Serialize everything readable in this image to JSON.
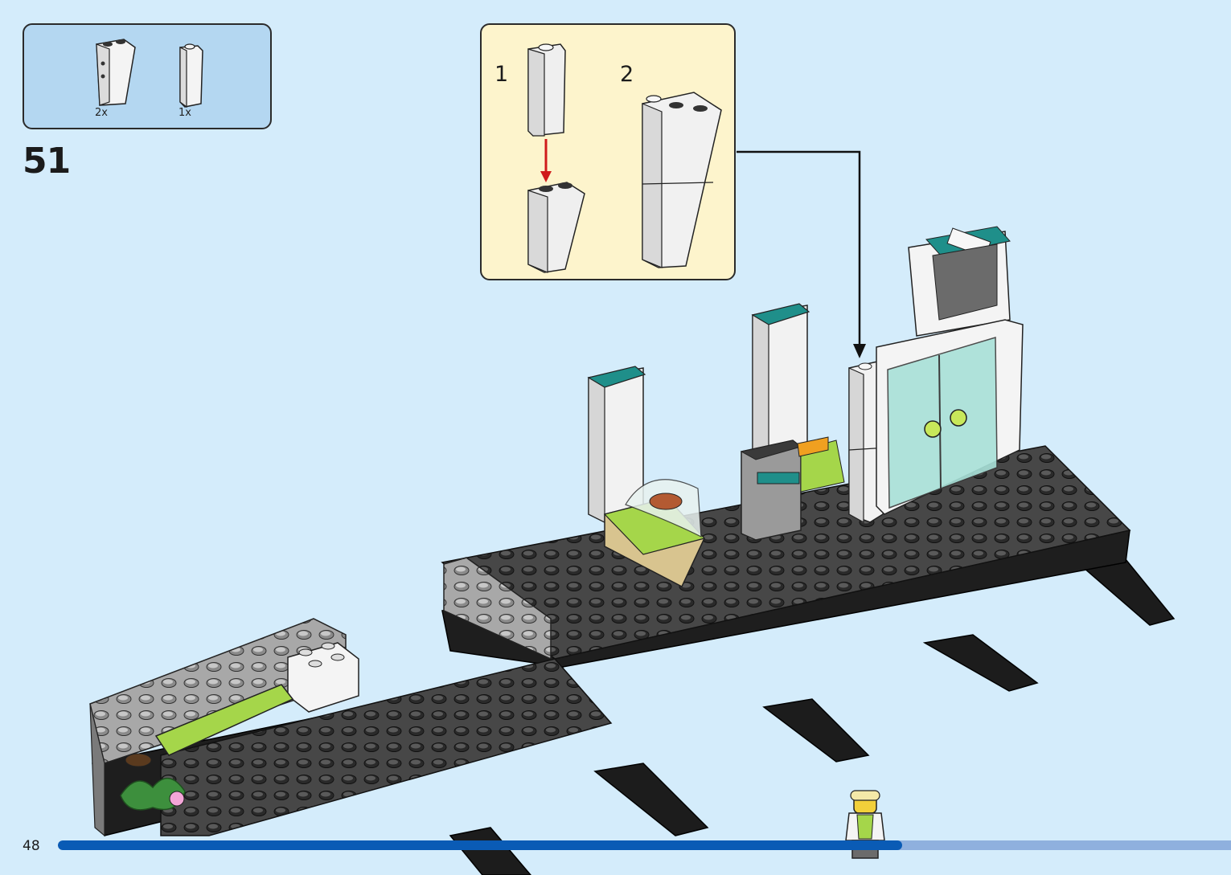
{
  "step": {
    "number": "51",
    "page_number": "48"
  },
  "parts_list": {
    "items": [
      {
        "icon": "white-slope-brick-icon",
        "quantity": "2x"
      },
      {
        "icon": "white-1x1-brick-icon",
        "quantity": "1x"
      }
    ]
  },
  "sub_steps": [
    {
      "number": "1"
    },
    {
      "number": "2"
    }
  ],
  "progress": {
    "fraction": 0.72
  },
  "colors": {
    "background": "#d4ecfb",
    "parts_box": "#b4d7f1",
    "sub_step_box": "#fdf4cc",
    "progress_fill": "#0a5bb5",
    "progress_track": "#8fb0de",
    "arrow_red": "#d01b1b",
    "baseplate_dark": "#3a3a3a",
    "teal_accent": "#1f8f8a",
    "lime_green": "#a5d64a"
  }
}
